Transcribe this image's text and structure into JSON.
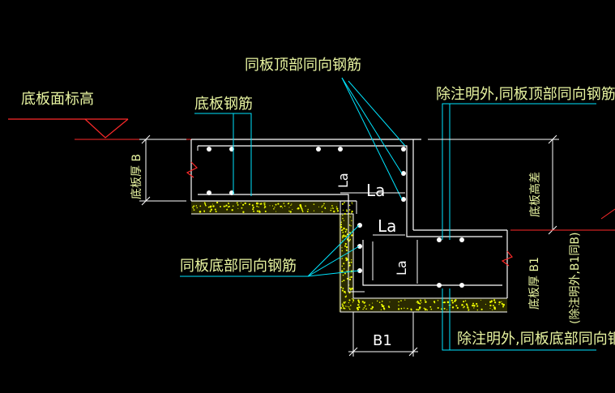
{
  "labels": {
    "slab_elevation": "底板面标高",
    "slab_rebar": "底板钢筋",
    "top_rebar_same": "同板顶部同向钢筋",
    "top_rebar_except": "除注明外,同板顶部同向钢筋",
    "bottom_rebar_same": "同板底部同向钢筋",
    "bottom_rebar_except": "除注明外,同板底部同向钢筋",
    "slab_thickness": "底板厚 B",
    "slab_height_diff": "底板高差",
    "thickness_b1": "底板厚 B1",
    "b1_note": "(除注明外,B1同B)",
    "dim_b1": "B1",
    "la": "La"
  },
  "colors": {
    "background": "#000000",
    "line_white": "#ffffff",
    "line_cyan": "#00e5ff",
    "line_red": "#ff2a2a",
    "concrete_hatch": "#f0ff00",
    "label_text": "#e8f4a0"
  }
}
